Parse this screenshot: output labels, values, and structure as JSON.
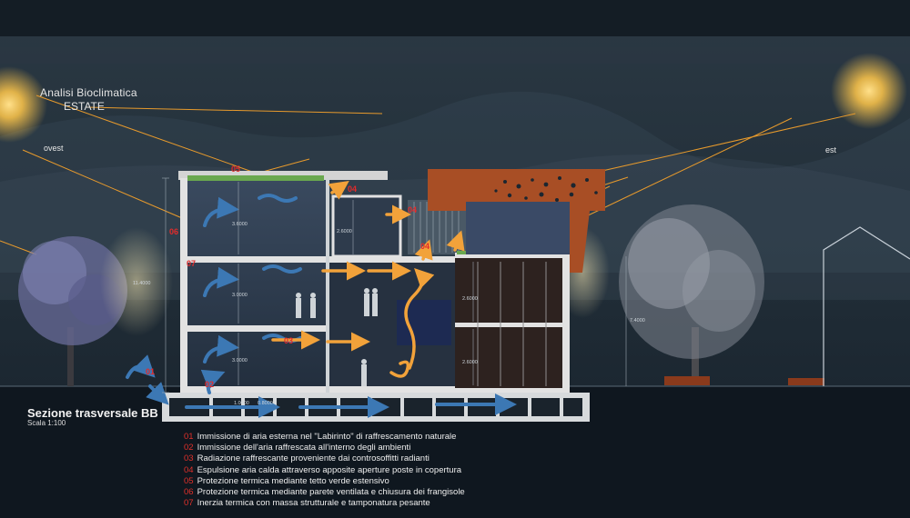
{
  "header": {
    "title": "Analisi Bioclimatica",
    "season": "ESTATE"
  },
  "orientation": {
    "west": "ovest",
    "east": "est"
  },
  "section": {
    "title": "Sezione trasversale BB",
    "scale": "Scala 1:100"
  },
  "legend": [
    {
      "num": "01",
      "text": "Immissione di aria esterna nel \"Labirinto\" di raffrescamento naturale"
    },
    {
      "num": "02",
      "text": "Immissione dell'aria raffrescata all'interno degli ambienti"
    },
    {
      "num": "03",
      "text": "Radiazione raffrescante proveniente dai controsoffitti radianti"
    },
    {
      "num": "04",
      "text": "Espulsione aria calda attraverso apposite aperture poste in copertura"
    },
    {
      "num": "05",
      "text": "Protezione termica mediante tetto verde estensivo"
    },
    {
      "num": "06",
      "text": "Protezione termica mediante parete ventilata e chiusura dei frangisole"
    },
    {
      "num": "07",
      "text": "Inerzia termica con massa strutturale e tamponatura pesante"
    }
  ],
  "tags": {
    "t01": "01",
    "t02": "02",
    "t03": "03",
    "t04a": "04",
    "t04b": "04",
    "t04c": "04",
    "t05": "05",
    "t06": "06",
    "t07": "07"
  },
  "dimensions": {
    "total_height": "11.4000",
    "floor3": "3.6000",
    "floor2": "3.0000",
    "floor1": "3.0000",
    "upper_right": "2.6000",
    "right_mid": "2.6000",
    "right_low": "2.6000",
    "right_total": "7.4000",
    "base_a": "1.0000",
    "base_b": "0.8000"
  },
  "colors": {
    "sky": "#1b2630",
    "sun": "#f5c04a",
    "sun_ray": "#e79a2c",
    "cool_air": "#3c78b4",
    "warm_air": "#f2a23a",
    "tag_red": "#e32b2b",
    "roof_green": "#6aa84f",
    "rust_facade": "#a84e25"
  }
}
